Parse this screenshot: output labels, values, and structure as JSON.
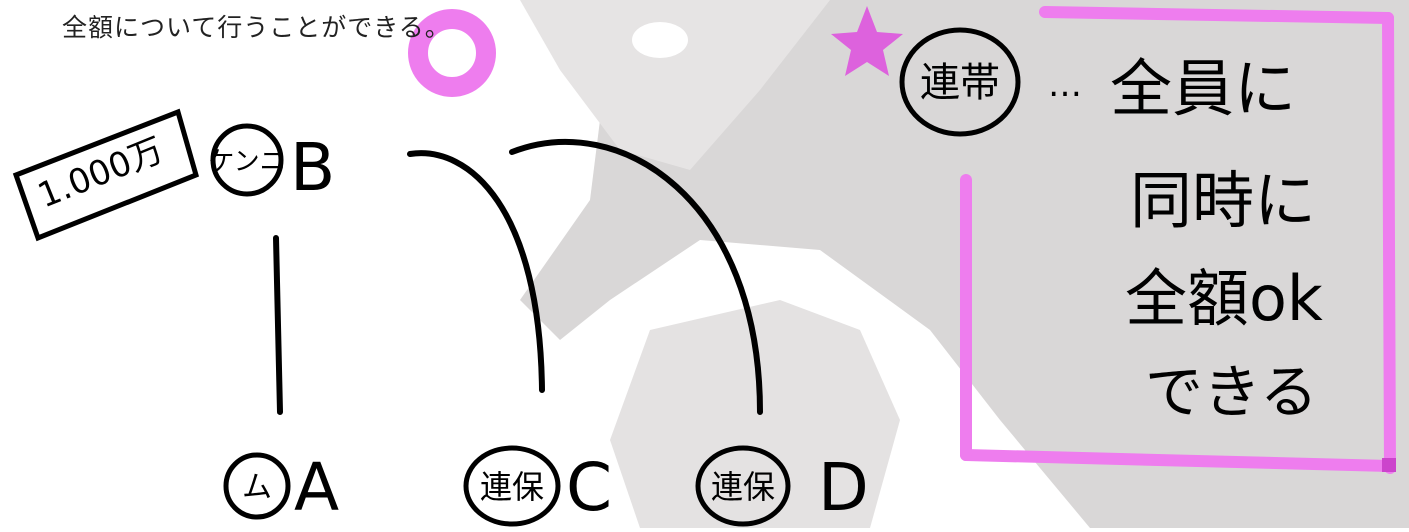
{
  "printed_text": "全額について行うことができる。",
  "colors": {
    "ink": "#000000",
    "marker": "#ee7dee",
    "watermark": "#d8d6d6"
  },
  "badge": {
    "amount": "1.000万"
  },
  "nodes": {
    "b": {
      "role": "ケンニ",
      "letter": "B"
    },
    "a": {
      "role": "ム",
      "letter": "A"
    },
    "c": {
      "role": "連保",
      "letter": "C"
    },
    "d": {
      "role": "連保",
      "letter": "D"
    }
  },
  "note": {
    "circled": "連帯",
    "dots": "…",
    "lines": [
      "全員に",
      "同時に",
      "全額ok",
      "できる"
    ]
  },
  "icons": [
    "star-icon",
    "circle-mark-icon"
  ]
}
